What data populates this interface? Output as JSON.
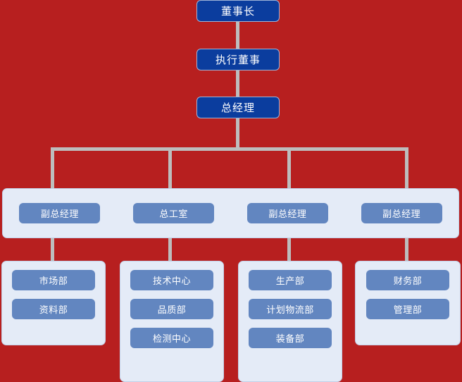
{
  "chart_data": {
    "type": "diagram",
    "title": "",
    "diagram_kind": "organizational-chart",
    "orientation": "top-down",
    "colors": {
      "background": "#b71f1f",
      "executive_node": "#0b3d9e",
      "department_node": "#6286c0",
      "panel": "#e4ebf7",
      "connector": "#bdbdbd",
      "node_text": "#ffffff"
    },
    "levels": [
      {
        "level": 1,
        "nodes": [
          "董事长"
        ]
      },
      {
        "level": 2,
        "nodes": [
          "执行董事"
        ]
      },
      {
        "level": 3,
        "nodes": [
          "总经理"
        ]
      },
      {
        "level": 4,
        "nodes": [
          "副总经理",
          "总工室",
          "副总经理",
          "副总经理"
        ]
      },
      {
        "level": 5,
        "nodes": [
          "市场部",
          "资料部",
          "技术中心",
          "品质部",
          "检测中心",
          "生产部",
          "计划物流部",
          "装备部",
          "财务部",
          "管理部"
        ]
      }
    ]
  },
  "executive": {
    "chairman": "董事长",
    "executive_director": "执行董事",
    "general_manager": "总经理"
  },
  "management": {
    "items": [
      {
        "label": "副总经理"
      },
      {
        "label": "总工室"
      },
      {
        "label": "副总经理"
      },
      {
        "label": "副总经理"
      }
    ]
  },
  "departments": {
    "columns": [
      {
        "items": [
          {
            "label": "市场部"
          },
          {
            "label": "资料部"
          }
        ]
      },
      {
        "items": [
          {
            "label": "技术中心"
          },
          {
            "label": "品质部"
          },
          {
            "label": "检测中心"
          }
        ]
      },
      {
        "items": [
          {
            "label": "生产部"
          },
          {
            "label": "计划物流部"
          },
          {
            "label": "装备部"
          }
        ]
      },
      {
        "items": [
          {
            "label": "财务部"
          },
          {
            "label": "管理部"
          }
        ]
      }
    ]
  }
}
